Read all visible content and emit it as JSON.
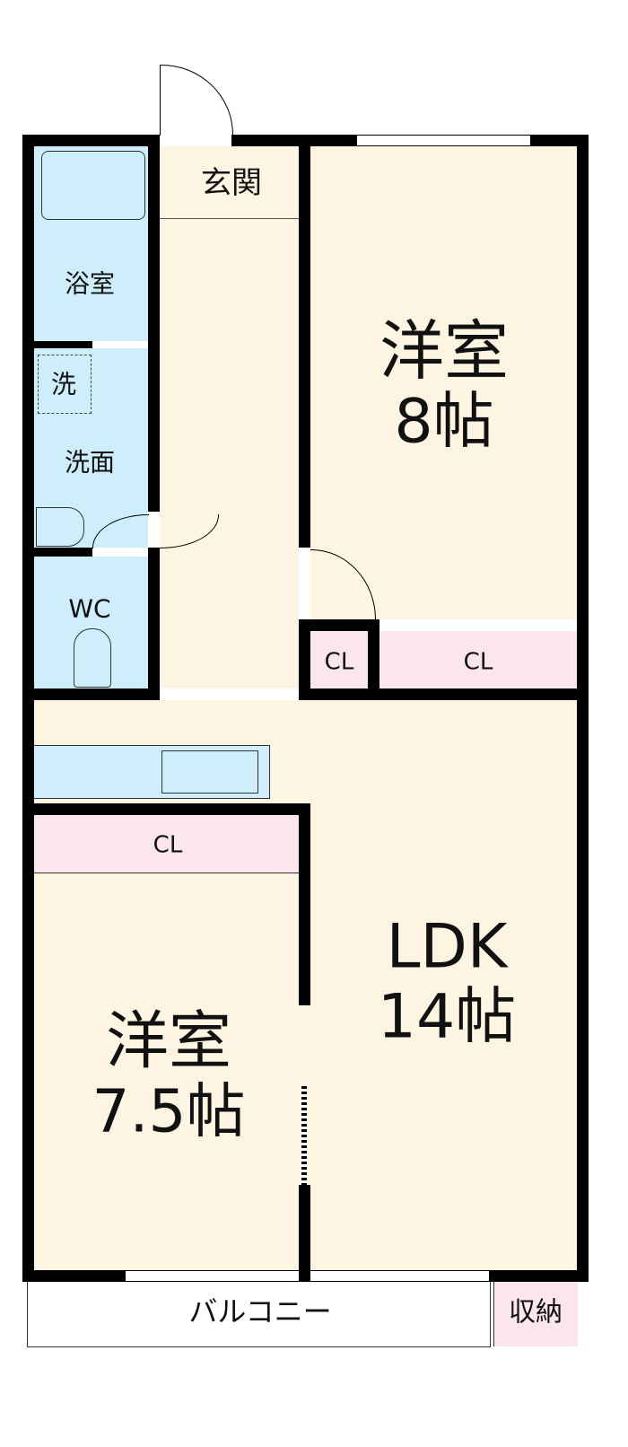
{
  "colors": {
    "wet": "#cdeefa",
    "dry": "#fdf5e1",
    "closet": "#fbe6ee",
    "wall": "#000000"
  },
  "rooms": {
    "entrance": "玄関",
    "bath": "浴室",
    "washer": "洗",
    "washroom": "洗面",
    "wc": "WC",
    "bedroom1": {
      "name": "洋室",
      "size": "8帖"
    },
    "closet_small": "CL",
    "closet_bed1": "CL",
    "closet_bed2": "CL",
    "ldk": {
      "name": "LDK",
      "size": "14帖"
    },
    "bedroom2": {
      "name": "洋室",
      "size": "7.5帖"
    },
    "balcony": "バルコニー",
    "storage": "収納"
  }
}
